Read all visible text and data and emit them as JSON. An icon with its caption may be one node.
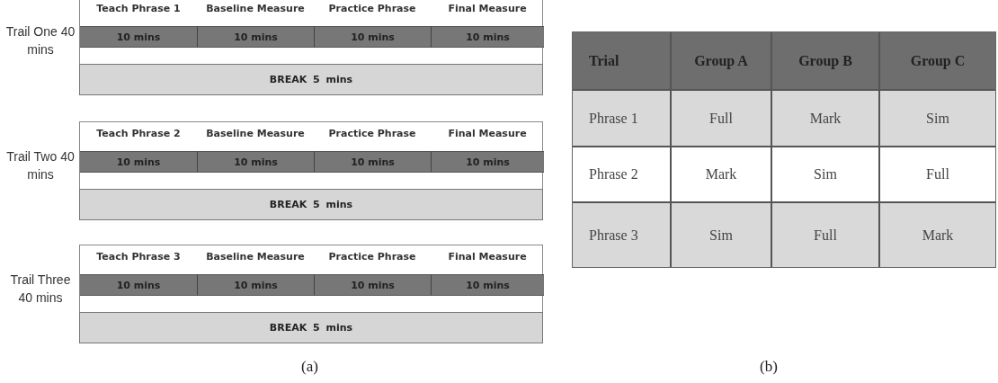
{
  "diagram": {
    "nodes": [
      {
        "text": [
          "Trail One 40 mins"
        ]
      },
      {
        "text": [
          "Teach Phrase 1",
          "10 mins"
        ],
        "in": 0
      },
      {
        "text": [
          "Baseline Measure",
          "10 mins"
        ],
        "in": 0
      },
      {
        "text": [
          "Practice Phrase",
          "10 mins"
        ],
        "in": 0
      },
      {
        "text": [
          "Final Measure",
          "10 mins"
        ],
        "in": 0
      },
      {
        "text": [
          "BREAK 5 mins"
        ],
        "in": 0
      },
      {
        "text": [
          "Trail Two 40 mins"
        ]
      },
      {
        "text": [
          "Teach Phrase 2",
          "10 mins"
        ],
        "in": 6
      },
      {
        "text": [
          "Baseline Measure",
          "10 mins"
        ],
        "in": 6
      },
      {
        "text": [
          "Practice Phrase",
          "10 mins"
        ],
        "in": 6
      },
      {
        "text": [
          "Final Measure",
          "10 mins"
        ],
        "in": 6
      },
      {
        "text": [
          "BREAK 5 mins"
        ],
        "in": 6
      },
      {
        "text": [
          "Trail Three 40 mins"
        ]
      },
      {
        "text": [
          "Teach Phrase 3",
          "10 mins"
        ],
        "in": 12
      },
      {
        "text": [
          "Baseline Measure",
          "10 mins"
        ],
        "in": 12
      },
      {
        "text": [
          "Practice Phrase",
          "10 mins"
        ],
        "in": 12
      },
      {
        "text": [
          "Final Measure",
          "10 mins"
        ],
        "in": 12
      },
      {
        "text": [
          "BREAK 5 mins"
        ],
        "in": 12
      }
    ],
    "edges": [],
    "labels": [
      "Trial",
      "Group A",
      "Group B",
      "Group C",
      "Phrase 1",
      "Full",
      "Mark",
      "Sim",
      "Phrase 2",
      "Mark",
      "Sim",
      "Full",
      "Phrase 3",
      "Sim",
      "Full",
      "Mark",
      "(a)",
      "(b)"
    ]
  }
}
